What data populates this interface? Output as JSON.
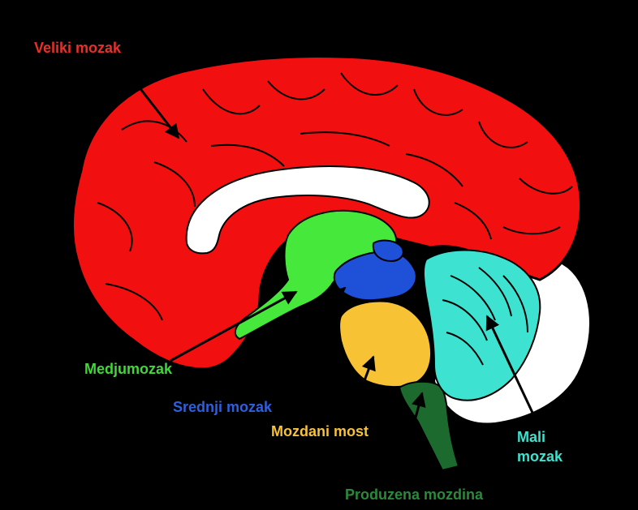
{
  "colors": {
    "background": "#000000",
    "cerebrum": "#f20f0f",
    "diencephalon": "#47e83c",
    "midbrain": "#1e50d8",
    "pons": "#f8c235",
    "medulla": "#1d6a2f",
    "cerebellum": "#3de2d0",
    "white_matter": "#ffffff",
    "outline": "#000000"
  },
  "labels": {
    "cerebrum": "Veliki mozak",
    "diencephalon": "Medjumozak",
    "midbrain": "Srednji mozak",
    "pons": "Mozdani most",
    "cerebellum_line1": "Mali",
    "cerebellum_line2": "mozak",
    "medulla": "Produzena mozdina"
  },
  "label_colors": {
    "cerebrum": "#e8302a",
    "diencephalon": "#43d63a",
    "midbrain": "#2e5fe0",
    "pons": "#f5c23a",
    "cerebellum": "#3de2d0",
    "medulla": "#2a8a3a"
  }
}
